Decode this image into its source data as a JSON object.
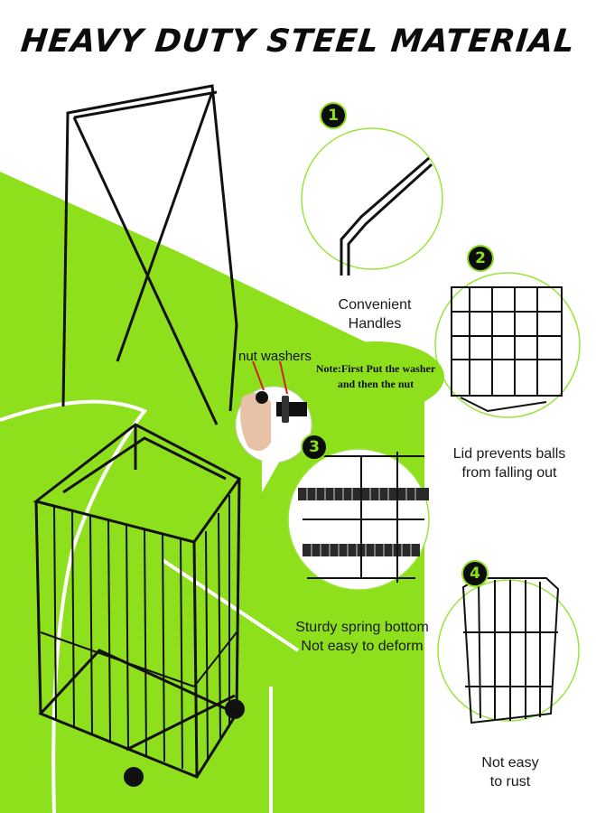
{
  "headline": "HEAVY DUTY STEEL MATERIAL",
  "colors": {
    "accent": "#8ee01c",
    "ink": "#0d0d0d",
    "court_line": "#ffffff"
  },
  "features": [
    {
      "number": "1",
      "caption_line1": "Convenient",
      "caption_line2": "Handles"
    },
    {
      "number": "2",
      "caption_line1": "Lid prevents balls",
      "caption_line2": "from falling out"
    },
    {
      "number": "3",
      "caption_line1": "Sturdy spring bottom",
      "caption_line2": "Not easy to deform"
    },
    {
      "number": "4",
      "caption_line1": "Not easy",
      "caption_line2": "to rust"
    }
  ],
  "callout": {
    "label": "nut washers"
  },
  "note": {
    "line1": "Note:First Put the washer",
    "line2": "and then the nut"
  }
}
